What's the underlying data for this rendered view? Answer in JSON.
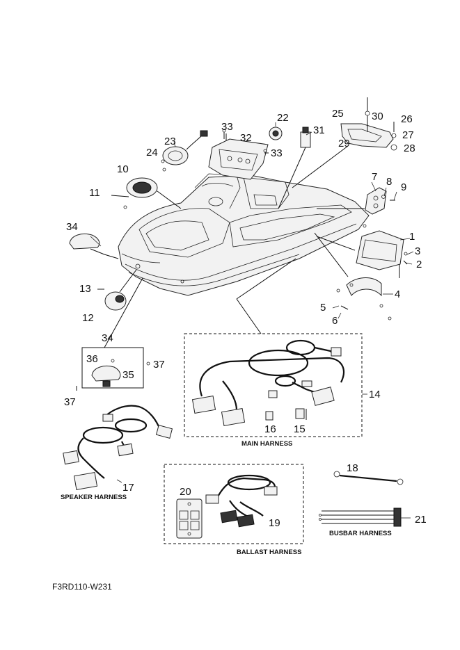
{
  "labels": {
    "n1": "1",
    "n2": "2",
    "n3": "3",
    "n4": "4",
    "n5": "5",
    "n6": "6",
    "n7": "7",
    "n8": "8",
    "n9": "9",
    "n10": "10",
    "n11": "11",
    "n12": "12",
    "n13": "13",
    "n14": "14",
    "n15": "15",
    "n16": "16",
    "n17": "17",
    "n18": "18",
    "n19": "19",
    "n20": "20",
    "n21": "21",
    "n22": "22",
    "n23": "23",
    "n24": "24",
    "n25": "25",
    "n26": "26",
    "n27": "27",
    "n28": "28",
    "n29": "29",
    "n30": "30",
    "n31": "31",
    "n32": "32",
    "n33a": "33",
    "n33b": "33",
    "n34a": "34",
    "n34b": "34",
    "n35": "35",
    "n36": "36",
    "n37a": "37",
    "n37b": "37"
  },
  "captions": {
    "main_harness": "MAIN HARNESS",
    "speaker_harness": "SPEAKER HARNESS",
    "ballast_harness": "BALLAST HARNESS",
    "busbar_harness": "BUSBAR HARNESS"
  },
  "diagram_code": "F3RD110-W231"
}
